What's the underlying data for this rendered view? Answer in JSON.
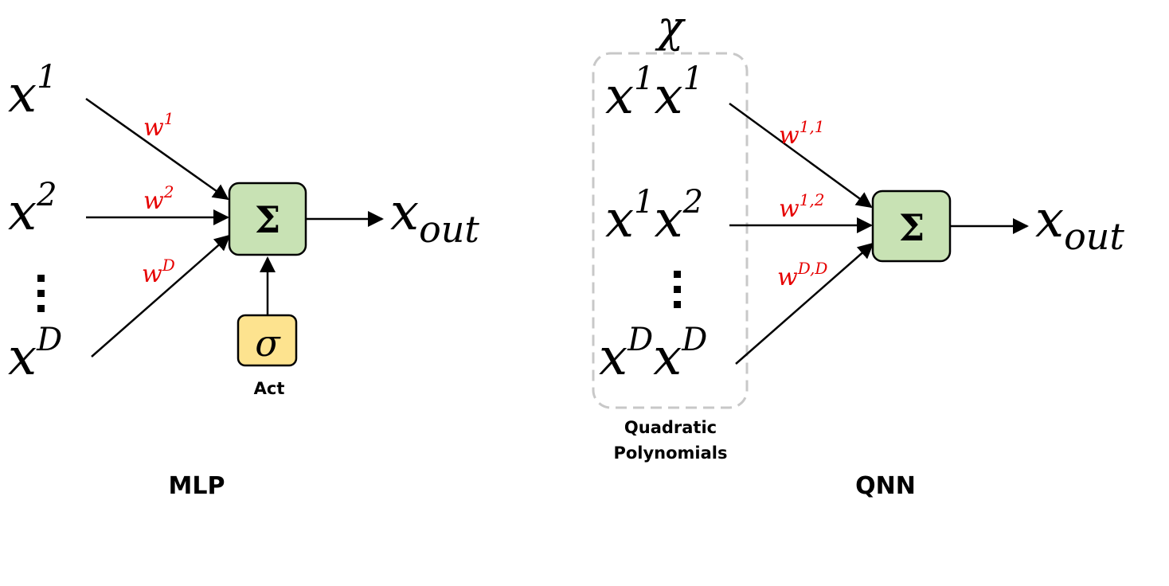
{
  "colors": {
    "weight_text": "#e60000",
    "sum_box_fill": "#c8e2b4",
    "act_box_fill": "#fde38f",
    "dashed_box_stroke": "#c8c8c8",
    "line": "#000000"
  },
  "mlp": {
    "inputs": [
      {
        "base": "x",
        "sup": "1"
      },
      {
        "base": "x",
        "sup": "2"
      },
      {
        "base": "x",
        "sup": "D"
      }
    ],
    "weights": [
      {
        "base": "w",
        "sup": "1"
      },
      {
        "base": "w",
        "sup": "2"
      },
      {
        "base": "w",
        "sup": "D"
      }
    ],
    "sum_symbol": "Σ",
    "activation_symbol": "σ",
    "activation_label": "Act",
    "output": {
      "base": "x",
      "sub": "out"
    },
    "caption": "MLP"
  },
  "qnn": {
    "group_symbol": "χ",
    "inputs": [
      {
        "a_base": "x",
        "a_sup": "1",
        "b_base": "x",
        "b_sup": "1"
      },
      {
        "a_base": "x",
        "a_sup": "1",
        "b_base": "x",
        "b_sup": "2"
      },
      {
        "a_base": "x",
        "a_sup": "D",
        "b_base": "x",
        "b_sup": "D"
      }
    ],
    "weights": [
      {
        "base": "w",
        "sup": "1,1"
      },
      {
        "base": "w",
        "sup": "1,2"
      },
      {
        "base": "w",
        "sup": "D,D"
      }
    ],
    "sum_symbol": "Σ",
    "output": {
      "base": "x",
      "sub": "out"
    },
    "group_label_line1": "Quadratic",
    "group_label_line2": "Polynomials",
    "caption": "QNN"
  }
}
